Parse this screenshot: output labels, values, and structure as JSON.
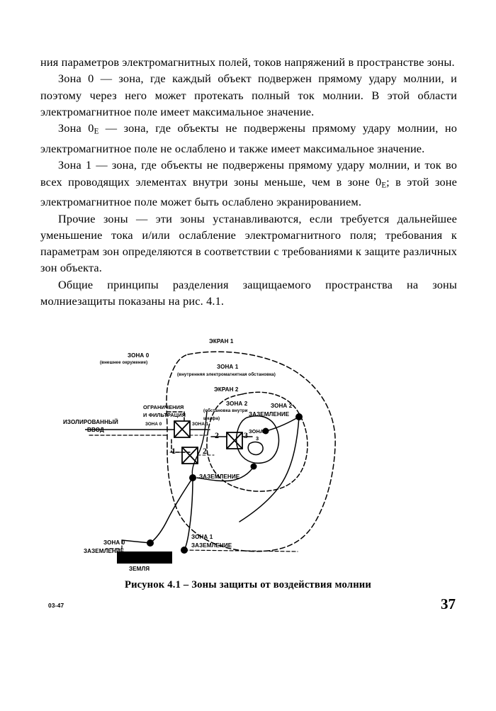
{
  "document": {
    "page_number": "37",
    "footer_code": "03-47"
  },
  "body": {
    "paragraphs": [
      {
        "id": "p-continuation",
        "indent": false,
        "text": "ния параметров электромагнитных полей, токов напряжений в пространстве зоны."
      },
      {
        "id": "p-zone-0",
        "indent": true,
        "text": "Зона 0 — зона, где каждый объект подвержен прямому удару молнии, и поэтому через него может протекать полный ток молнии. В этой области электромагнитное поле имеет максимальное значение."
      },
      {
        "id": "p-zone-0e",
        "indent": true,
        "prefix": "Зона 0",
        "sub": "E",
        "text": " — зона, где объекты не подвержены прямому удару молнии, но электромагнитное поле не ослаблено и также имеет максимальное значение."
      },
      {
        "id": "p-zone-1",
        "indent": true,
        "prefix": "Зона 1 — зона, где объекты не подвержены прямому удару молнии, и ток во всех проводящих элементах внутри зоны меньше, чем в зоне 0",
        "sub": "E",
        "text": "; в этой зоне электромагнитное поле может быть ослаблено экранированием."
      },
      {
        "id": "p-other-zones",
        "indent": true,
        "text": "Прочие зоны — эти зоны устанавливаются, если требуется дальнейшее уменьшение тока и/или ослабление электромагнитного поля; требования к параметрам зон определяются в соответствии с требованиями к защите различных зон объекта."
      },
      {
        "id": "p-general",
        "indent": true,
        "text": "Общие принципы разделения защищаемого пространства на зоны молниезащиты показаны на рис. 4.1."
      }
    ]
  },
  "figure": {
    "caption": "Рисунок 4.1 – Зоны защиты от воздействия молнии",
    "labels": {
      "screen_1": "ЭКРАН 1",
      "screen_2": "ЭКРАН 2",
      "zone_0_title": "ЗОНА 0",
      "zone_0_sub": "(внешнее окружение)",
      "zone_1_title": "ЗОНА 1",
      "zone_1_sub": "(внутренняя электромагнитная обстановка)",
      "zone_2_title": "ЗОНА 2",
      "zone_2_sub_line1": "(обстановка внутри",
      "zone_2_sub_line2": "шкафа)",
      "zone_3_line1": "ЗОНА",
      "zone_3_line2": "3",
      "limiting_line1": "ОГРАНИЧЕНИЯ",
      "limiting_line2": "И ФИЛЬТРАЦИЯ",
      "isolated_input_line1": "ИЗОЛИРОВАННЫЙ",
      "isolated_input_line2": "ВВОД",
      "inline_zone_0": "ЗОНА 0",
      "inline_zone_1": "ЗОНА 1",
      "zone_2_ground_line1": "ЗОНА 2",
      "zone_2_ground_line2": "ЗАЗЕМЛЕНИЕ",
      "ground_mid": "ЗАЗЕМЛЕНИЕ",
      "zone_1_ground_line1": "ЗОНА 1",
      "zone_1_ground_line2": "ЗАЗЕМЛЕНИЕ",
      "zone_0_ground_line1": "ЗОНА 0",
      "zone_0_ground_line2": "ЗАЗЕМЛЕНИЕ",
      "earth": "ЗЕМЛЯ",
      "num_1": "1",
      "num_2a": "2",
      "num_2b": "2",
      "num_3": "3"
    },
    "colors": {
      "ink": "#000000",
      "paper": "#ffffff"
    }
  }
}
